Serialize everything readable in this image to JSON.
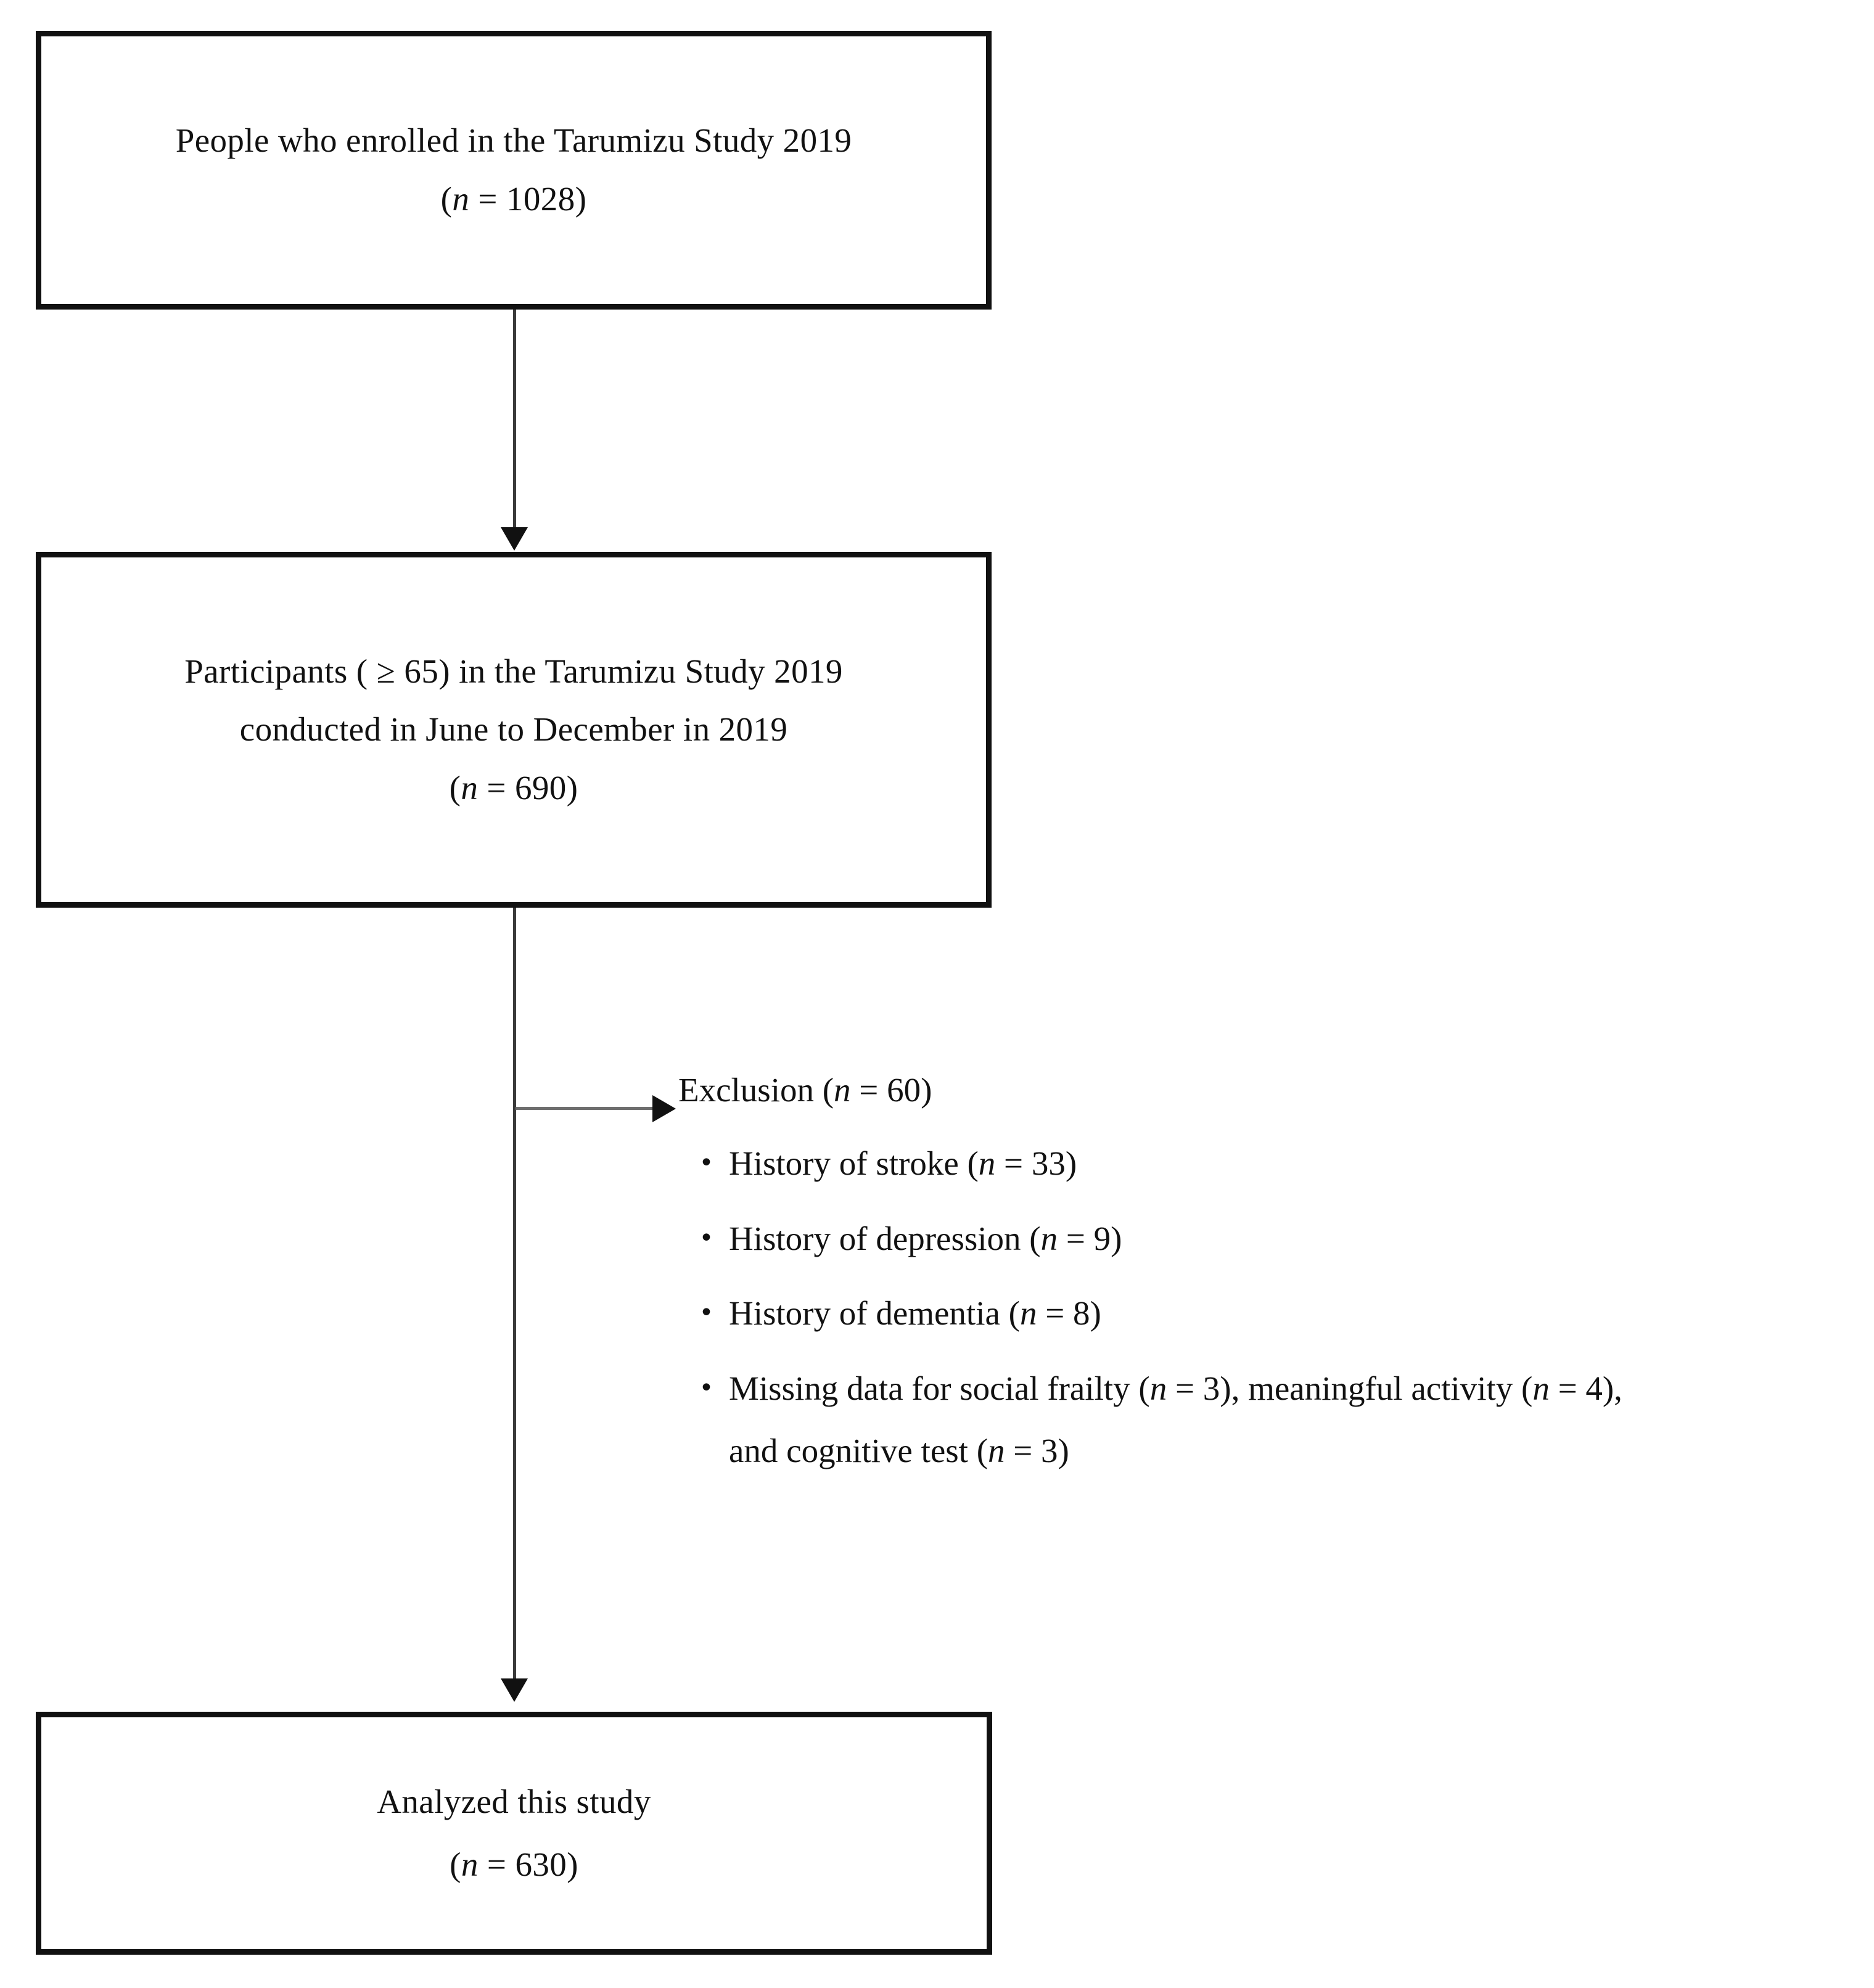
{
  "diagram": {
    "type": "participant-flow-diagram",
    "boxes": [
      {
        "id": "enrolled",
        "line1": "People who enrolled in the Tarumizu Study 2019",
        "line2_prefix": "(",
        "line2_italic": "n",
        "line2_suffix": " = 1028)",
        "n": 1028
      },
      {
        "id": "eligible",
        "line1_a": "Participants ( ",
        "line1_ge": "≥",
        "line1_b": " 65) in the Tarumizu Study 2019",
        "line2": "conducted in June to December in 2019",
        "line3_prefix": "(",
        "line3_italic": "n",
        "line3_suffix": " = 690)",
        "n": 690
      },
      {
        "id": "analyzed",
        "line1": "Analyzed this study",
        "line2_prefix": "(",
        "line2_italic": "n",
        "line2_suffix": " = 630)",
        "n": 630
      }
    ],
    "exclusion": {
      "heading_prefix": "Exclusion (",
      "heading_italic": "n",
      "heading_suffix": " = 60)",
      "total_n": 60,
      "bullet_glyph": "・",
      "items": [
        {
          "prefix": "History of stroke (",
          "italic": "n",
          "suffix": " = 33)",
          "n": 33,
          "continuation": null
        },
        {
          "prefix": "History of depression (",
          "italic": "n",
          "suffix": " = 9)",
          "n": 9,
          "continuation": null
        },
        {
          "prefix": "History of dementia (",
          "italic": "n",
          "suffix": " = 8)",
          "n": 8,
          "continuation": null
        },
        {
          "prefix": "Missing data for social frailty (",
          "italic": "n",
          "suffix": " = 3), meaningful activity (",
          "italic2": "n",
          "suffix2": " = 4),",
          "n": 3,
          "n2": 4,
          "continuation_prefix": "and cognitive test (",
          "continuation_italic": "n",
          "continuation_suffix": " = 3)",
          "continuation_n": 3
        }
      ]
    },
    "connectors": [
      {
        "id": "enrolled-to-eligible",
        "from": "enrolled",
        "to": "eligible",
        "direction": "down"
      },
      {
        "id": "eligible-to-analyzed",
        "from": "eligible",
        "to": "analyzed",
        "direction": "down"
      },
      {
        "id": "eligible-to-exclusion",
        "from": "eligible-trunk",
        "to": "exclusion",
        "direction": "right"
      }
    ],
    "colors": {
      "box_border": "#111111",
      "text": "#111111",
      "connector_line": "#3a3a3a",
      "branch_line": "#6e6e6e",
      "arrow_fill": "#111111",
      "background": "#ffffff"
    }
  }
}
